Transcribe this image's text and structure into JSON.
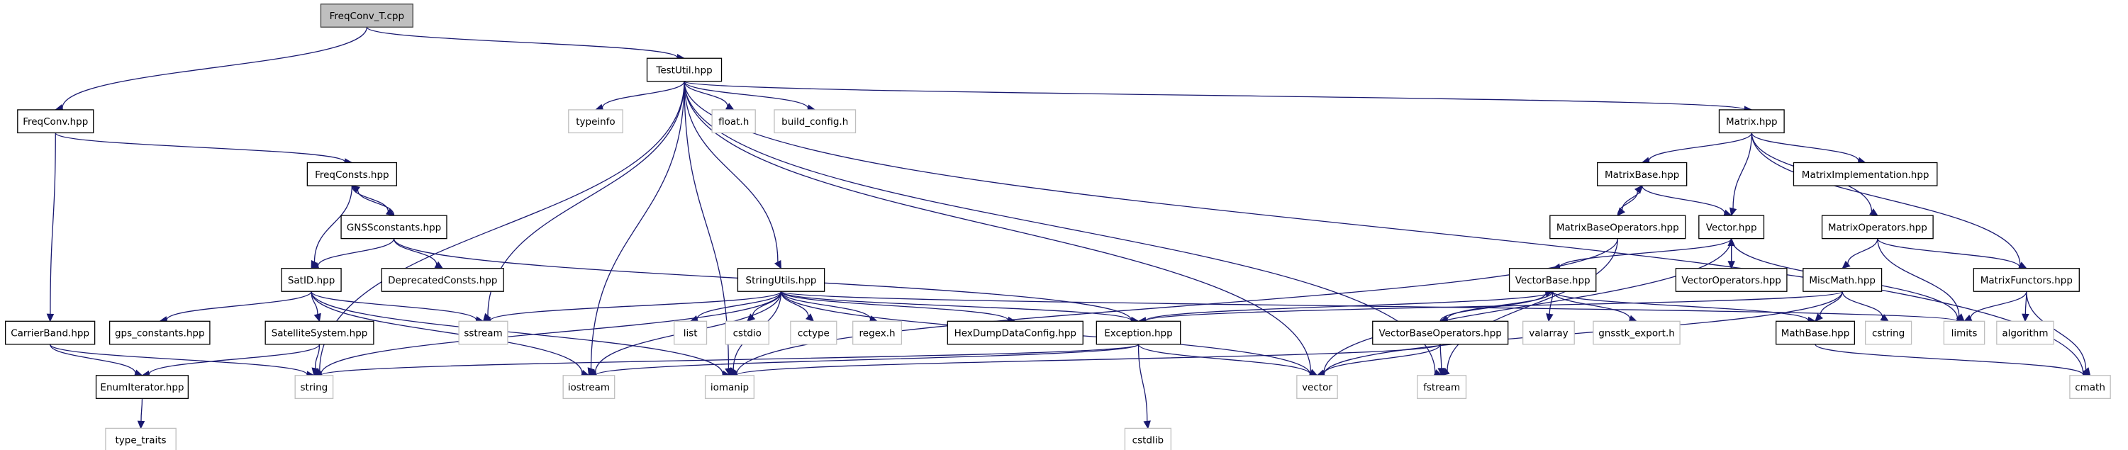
{
  "colors": {
    "edge": "#191970",
    "node_border": "#000000",
    "external_border": "#bfbfbf",
    "root_fill": "#bfbfbf",
    "background": "#ffffff"
  },
  "nodes": [
    {
      "id": "FreqConv_T.cpp",
      "label": "FreqConv_T.cpp",
      "kind": "root"
    },
    {
      "id": "TestUtil.hpp",
      "label": "TestUtil.hpp",
      "kind": "file"
    },
    {
      "id": "FreqConv.hpp",
      "label": "FreqConv.hpp",
      "kind": "file"
    },
    {
      "id": "typeinfo",
      "label": "typeinfo",
      "kind": "external"
    },
    {
      "id": "float.h",
      "label": "float.h",
      "kind": "external"
    },
    {
      "id": "build_config.h",
      "label": "build_config.h",
      "kind": "external"
    },
    {
      "id": "Matrix.hpp",
      "label": "Matrix.hpp",
      "kind": "file"
    },
    {
      "id": "FreqConsts.hpp",
      "label": "FreqConsts.hpp",
      "kind": "file"
    },
    {
      "id": "MatrixBase.hpp",
      "label": "MatrixBase.hpp",
      "kind": "file"
    },
    {
      "id": "MatrixImplementation.hpp",
      "label": "MatrixImplementation.hpp",
      "kind": "file"
    },
    {
      "id": "GNSSconstants.hpp",
      "label": "GNSSconstants.hpp",
      "kind": "file"
    },
    {
      "id": "MatrixBaseOperators.hpp",
      "label": "MatrixBaseOperators.hpp",
      "kind": "file"
    },
    {
      "id": "Vector.hpp",
      "label": "Vector.hpp",
      "kind": "file"
    },
    {
      "id": "MatrixOperators.hpp",
      "label": "MatrixOperators.hpp",
      "kind": "file"
    },
    {
      "id": "SatID.hpp",
      "label": "SatID.hpp",
      "kind": "file"
    },
    {
      "id": "DeprecatedConsts.hpp",
      "label": "DeprecatedConsts.hpp",
      "kind": "file"
    },
    {
      "id": "StringUtils.hpp",
      "label": "StringUtils.hpp",
      "kind": "file"
    },
    {
      "id": "VectorBase.hpp",
      "label": "VectorBase.hpp",
      "kind": "file"
    },
    {
      "id": "VectorOperators.hpp",
      "label": "VectorOperators.hpp",
      "kind": "file"
    },
    {
      "id": "MiscMath.hpp",
      "label": "MiscMath.hpp",
      "kind": "file"
    },
    {
      "id": "MatrixFunctors.hpp",
      "label": "MatrixFunctors.hpp",
      "kind": "file"
    },
    {
      "id": "CarrierBand.hpp",
      "label": "CarrierBand.hpp",
      "kind": "file"
    },
    {
      "id": "gps_constants.hpp",
      "label": "gps_constants.hpp",
      "kind": "file"
    },
    {
      "id": "SatelliteSystem.hpp",
      "label": "SatelliteSystem.hpp",
      "kind": "file"
    },
    {
      "id": "sstream",
      "label": "sstream",
      "kind": "external"
    },
    {
      "id": "list",
      "label": "list",
      "kind": "external"
    },
    {
      "id": "cstdio",
      "label": "cstdio",
      "kind": "external"
    },
    {
      "id": "cctype",
      "label": "cctype",
      "kind": "external"
    },
    {
      "id": "regex.h",
      "label": "regex.h",
      "kind": "external"
    },
    {
      "id": "HexDumpDataConfig.hpp",
      "label": "HexDumpDataConfig.hpp",
      "kind": "file"
    },
    {
      "id": "Exception.hpp",
      "label": "Exception.hpp",
      "kind": "file"
    },
    {
      "id": "valarray",
      "label": "valarray",
      "kind": "external"
    },
    {
      "id": "gnsstk_export.h",
      "label": "gnsstk_export.h",
      "kind": "external"
    },
    {
      "id": "VectorBaseOperators.hpp",
      "label": "VectorBaseOperators.hpp",
      "kind": "file"
    },
    {
      "id": "cstring",
      "label": "cstring",
      "kind": "external"
    },
    {
      "id": "limits",
      "label": "limits",
      "kind": "external"
    },
    {
      "id": "algorithm",
      "label": "algorithm",
      "kind": "external"
    },
    {
      "id": "MathBase.hpp",
      "label": "MathBase.hpp",
      "kind": "file"
    },
    {
      "id": "EnumIterator.hpp",
      "label": "EnumIterator.hpp",
      "kind": "file"
    },
    {
      "id": "string",
      "label": "string",
      "kind": "external"
    },
    {
      "id": "iostream",
      "label": "iostream",
      "kind": "external"
    },
    {
      "id": "iomanip",
      "label": "iomanip",
      "kind": "external"
    },
    {
      "id": "cstdlib",
      "label": "cstdlib",
      "kind": "external"
    },
    {
      "id": "vector",
      "label": "vector",
      "kind": "external"
    },
    {
      "id": "fstream",
      "label": "fstream",
      "kind": "external"
    },
    {
      "id": "cmath",
      "label": "cmath",
      "kind": "external"
    },
    {
      "id": "type_traits",
      "label": "type_traits",
      "kind": "external"
    }
  ],
  "edges": [
    [
      "FreqConv_T.cpp",
      "TestUtil.hpp"
    ],
    [
      "FreqConv_T.cpp",
      "FreqConv.hpp"
    ],
    [
      "TestUtil.hpp",
      "typeinfo"
    ],
    [
      "TestUtil.hpp",
      "float.h"
    ],
    [
      "TestUtil.hpp",
      "build_config.h"
    ],
    [
      "TestUtil.hpp",
      "Matrix.hpp"
    ],
    [
      "TestUtil.hpp",
      "StringUtils.hpp"
    ],
    [
      "TestUtil.hpp",
      "sstream"
    ],
    [
      "TestUtil.hpp",
      "string"
    ],
    [
      "TestUtil.hpp",
      "iostream"
    ],
    [
      "TestUtil.hpp",
      "iomanip"
    ],
    [
      "TestUtil.hpp",
      "vector"
    ],
    [
      "TestUtil.hpp",
      "fstream"
    ],
    [
      "TestUtil.hpp",
      "cmath"
    ],
    [
      "FreqConv.hpp",
      "FreqConsts.hpp"
    ],
    [
      "FreqConv.hpp",
      "CarrierBand.hpp"
    ],
    [
      "FreqConsts.hpp",
      "GNSSconstants.hpp"
    ],
    [
      "FreqConsts.hpp",
      "SatID.hpp"
    ],
    [
      "GNSSconstants.hpp",
      "FreqConsts.hpp"
    ],
    [
      "GNSSconstants.hpp",
      "SatID.hpp"
    ],
    [
      "GNSSconstants.hpp",
      "DeprecatedConsts.hpp"
    ],
    [
      "GNSSconstants.hpp",
      "Exception.hpp"
    ],
    [
      "SatID.hpp",
      "gps_constants.hpp"
    ],
    [
      "SatID.hpp",
      "SatelliteSystem.hpp"
    ],
    [
      "SatID.hpp",
      "sstream"
    ],
    [
      "SatID.hpp",
      "iostream"
    ],
    [
      "SatID.hpp",
      "iomanip"
    ],
    [
      "SatelliteSystem.hpp",
      "string"
    ],
    [
      "SatelliteSystem.hpp",
      "EnumIterator.hpp"
    ],
    [
      "CarrierBand.hpp",
      "EnumIterator.hpp"
    ],
    [
      "CarrierBand.hpp",
      "string"
    ],
    [
      "EnumIterator.hpp",
      "type_traits"
    ],
    [
      "Matrix.hpp",
      "MatrixBase.hpp"
    ],
    [
      "Matrix.hpp",
      "Vector.hpp"
    ],
    [
      "Matrix.hpp",
      "MatrixImplementation.hpp"
    ],
    [
      "Matrix.hpp",
      "MatrixOperators.hpp"
    ],
    [
      "Matrix.hpp",
      "MatrixFunctors.hpp"
    ],
    [
      "MatrixBase.hpp",
      "MatrixBaseOperators.hpp"
    ],
    [
      "MatrixBase.hpp",
      "Vector.hpp"
    ],
    [
      "MatrixBaseOperators.hpp",
      "MatrixBase.hpp"
    ],
    [
      "MatrixBaseOperators.hpp",
      "iomanip"
    ],
    [
      "MatrixBaseOperators.hpp",
      "fstream"
    ],
    [
      "Vector.hpp",
      "VectorBase.hpp"
    ],
    [
      "Vector.hpp",
      "VectorOperators.hpp"
    ],
    [
      "Vector.hpp",
      "vector"
    ],
    [
      "Vector.hpp",
      "limits"
    ],
    [
      "VectorOperators.hpp",
      "Vector.hpp"
    ],
    [
      "MatrixOperators.hpp",
      "MiscMath.hpp"
    ],
    [
      "MatrixOperators.hpp",
      "MatrixFunctors.hpp"
    ],
    [
      "MatrixOperators.hpp",
      "limits"
    ],
    [
      "MatrixFunctors.hpp",
      "limits"
    ],
    [
      "MatrixFunctors.hpp",
      "algorithm"
    ],
    [
      "MatrixFunctors.hpp",
      "cmath"
    ],
    [
      "MiscMath.hpp",
      "Exception.hpp"
    ],
    [
      "MiscMath.hpp",
      "MathBase.hpp"
    ],
    [
      "MiscMath.hpp",
      "cstring"
    ],
    [
      "MiscMath.hpp",
      "vector"
    ],
    [
      "VectorBase.hpp",
      "Exception.hpp"
    ],
    [
      "VectorBase.hpp",
      "VectorBaseOperators.hpp"
    ],
    [
      "VectorBase.hpp",
      "valarray"
    ],
    [
      "VectorBase.hpp",
      "gnsstk_export.h"
    ],
    [
      "VectorBase.hpp",
      "MathBase.hpp"
    ],
    [
      "VectorBaseOperators.hpp",
      "VectorBase.hpp"
    ],
    [
      "VectorBaseOperators.hpp",
      "vector"
    ],
    [
      "VectorBaseOperators.hpp",
      "fstream"
    ],
    [
      "VectorBaseOperators.hpp",
      "iomanip"
    ],
    [
      "MathBase.hpp",
      "cmath"
    ],
    [
      "StringUtils.hpp",
      "sstream"
    ],
    [
      "StringUtils.hpp",
      "list"
    ],
    [
      "StringUtils.hpp",
      "cstdio"
    ],
    [
      "StringUtils.hpp",
      "cctype"
    ],
    [
      "StringUtils.hpp",
      "regex.h"
    ],
    [
      "StringUtils.hpp",
      "HexDumpDataConfig.hpp"
    ],
    [
      "StringUtils.hpp",
      "Exception.hpp"
    ],
    [
      "StringUtils.hpp",
      "string"
    ],
    [
      "StringUtils.hpp",
      "iostream"
    ],
    [
      "StringUtils.hpp",
      "iomanip"
    ],
    [
      "StringUtils.hpp",
      "vector"
    ],
    [
      "StringUtils.hpp",
      "limits"
    ],
    [
      "Exception.hpp",
      "cstdlib"
    ],
    [
      "Exception.hpp",
      "string"
    ],
    [
      "Exception.hpp",
      "iostream"
    ],
    [
      "Exception.hpp",
      "vector"
    ]
  ]
}
